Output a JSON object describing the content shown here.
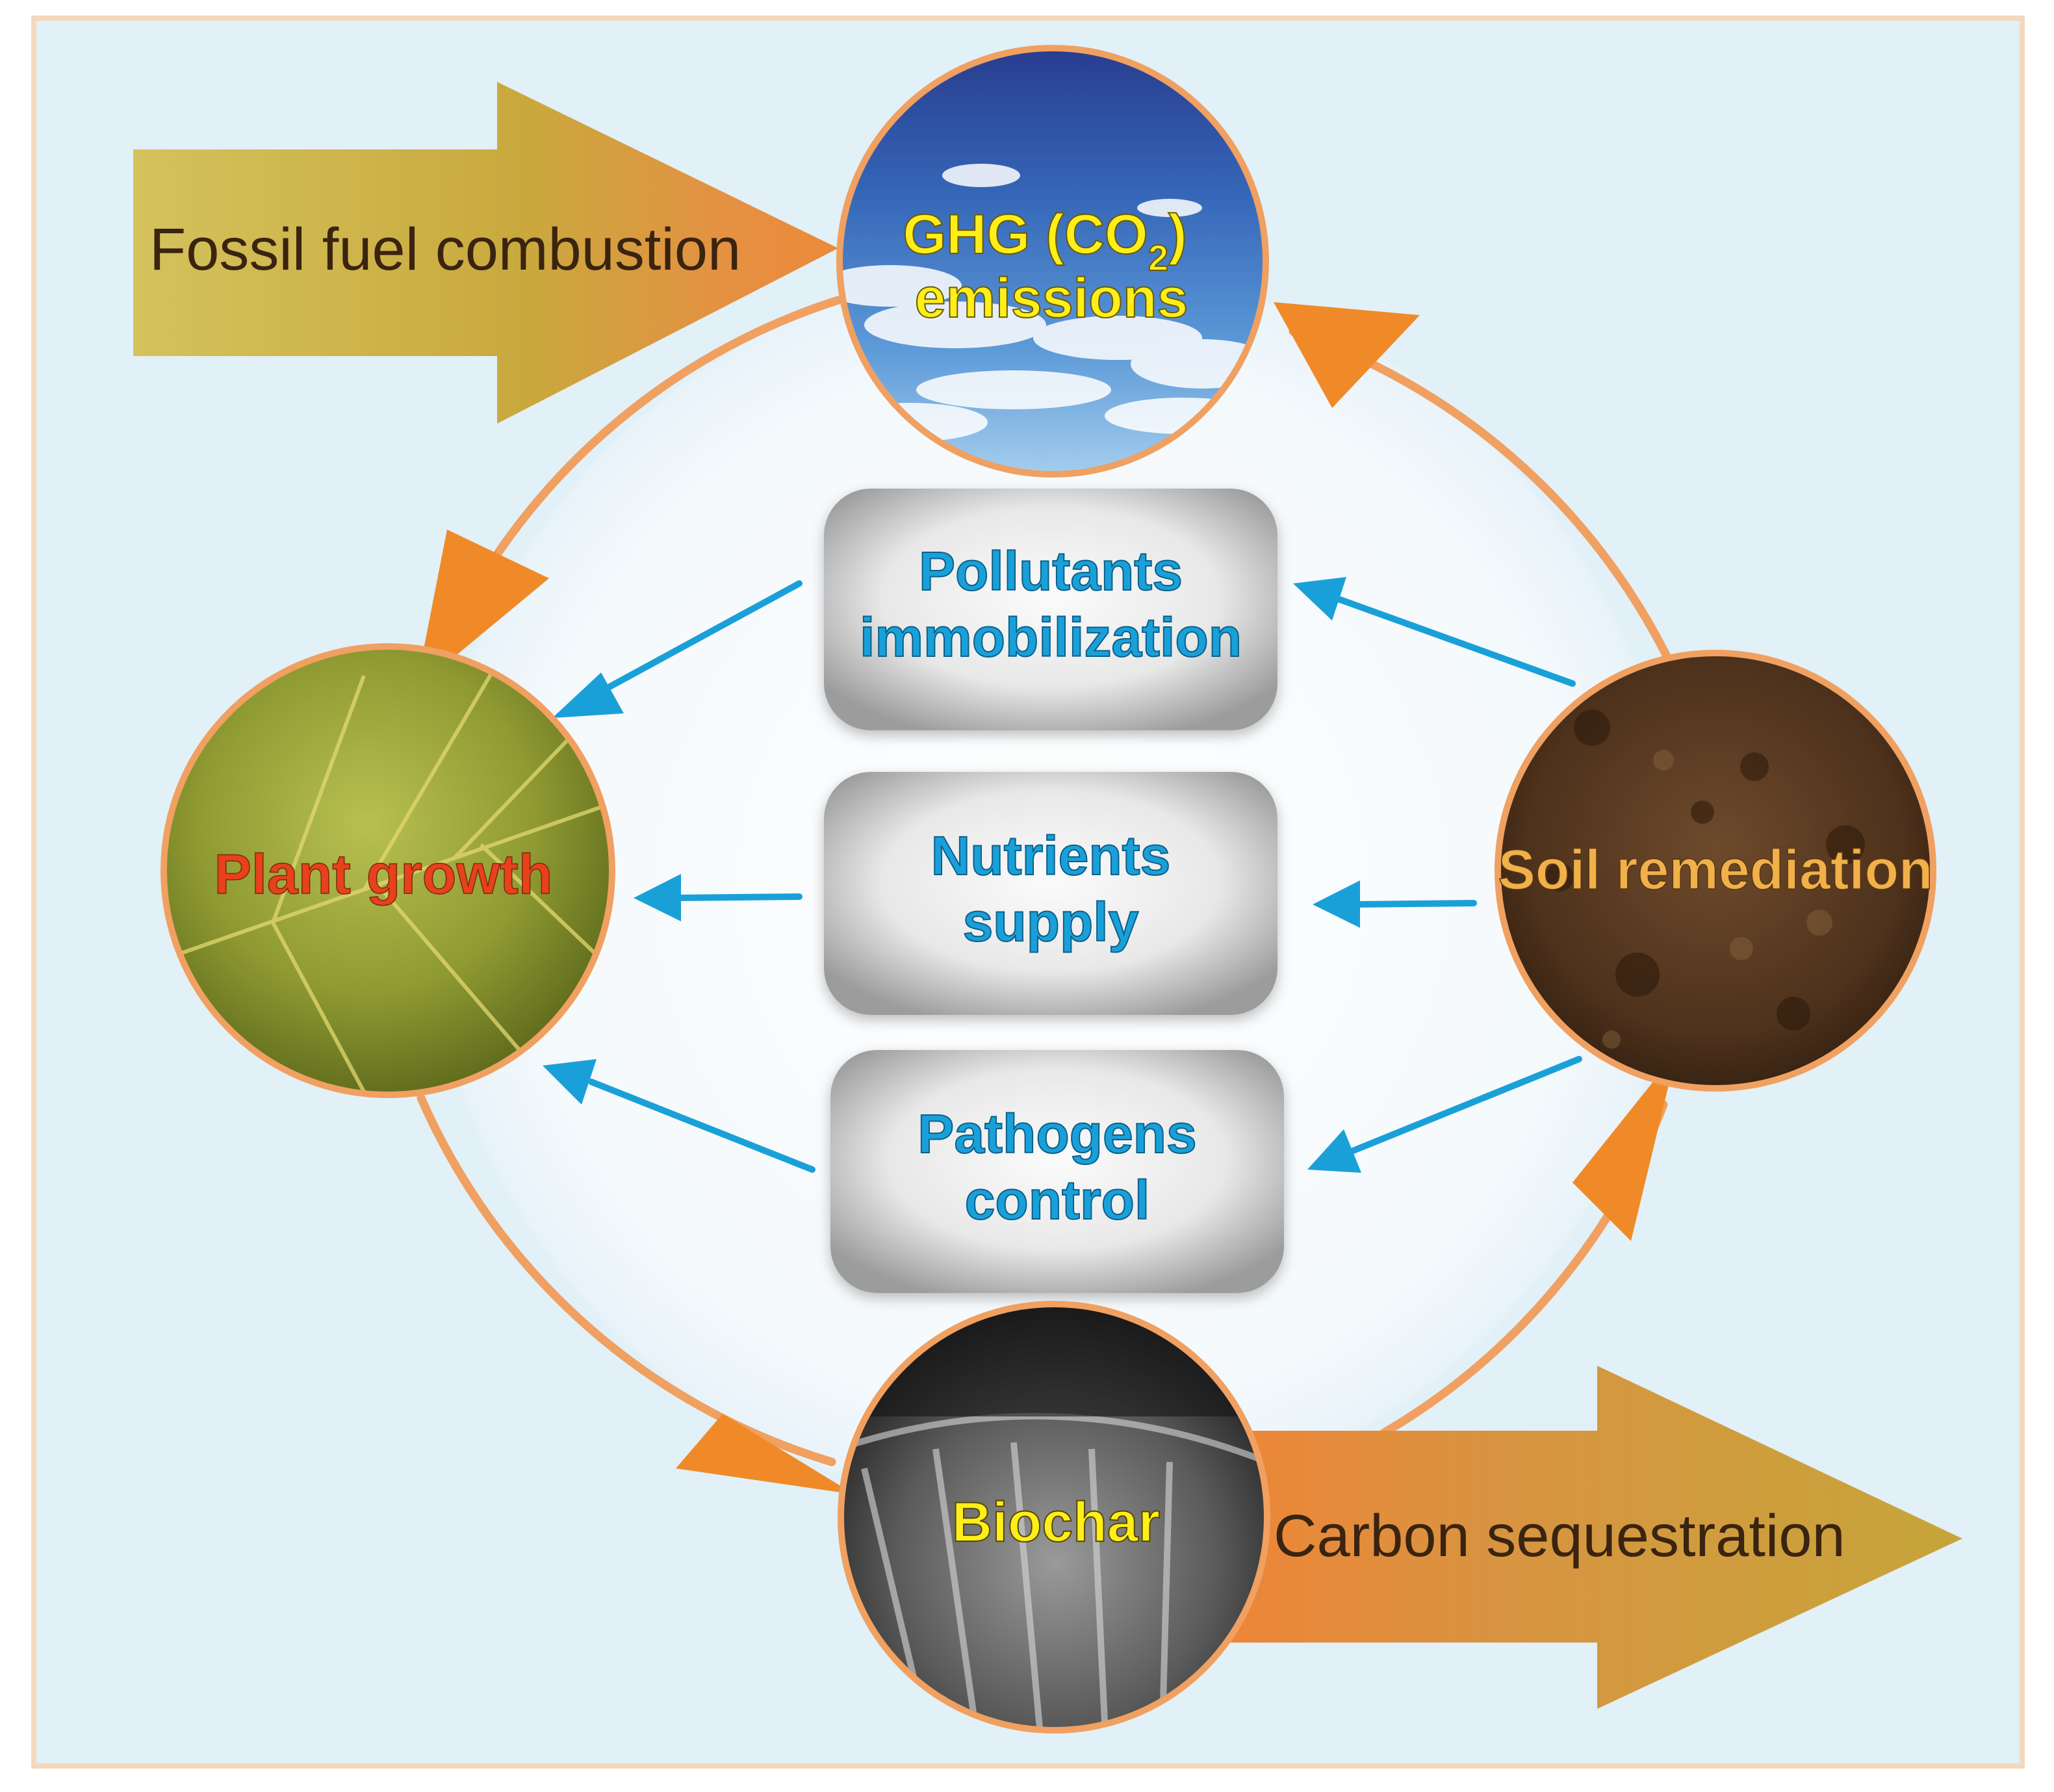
{
  "diagram": {
    "inputs": {
      "fossil_fuel": "Fossil fuel combustion",
      "carbon_sequestration": "Carbon sequestration"
    },
    "nodes": {
      "ghg_line1": "GHG (CO",
      "ghg_sub": "2",
      "ghg_close": ")",
      "ghg_line2": "emissions",
      "plant": "Plant growth",
      "soil": "Soil remediation",
      "biochar": "Biochar"
    },
    "boxes": [
      {
        "line1": "Pollutants",
        "line2": "immobilization"
      },
      {
        "line1": "Nutrients",
        "line2": "supply"
      },
      {
        "line1": "Pathogens",
        "line2": "control"
      }
    ],
    "colors": {
      "frame_bg": "#e2f0f7",
      "cycle_orange": "#f0a060",
      "arrowhead_orange": "#f08a28",
      "blue_arrow": "#1aa0d8",
      "big_arrow_gold": "#c4a038",
      "big_arrow_orange": "#e98a3a"
    }
  }
}
